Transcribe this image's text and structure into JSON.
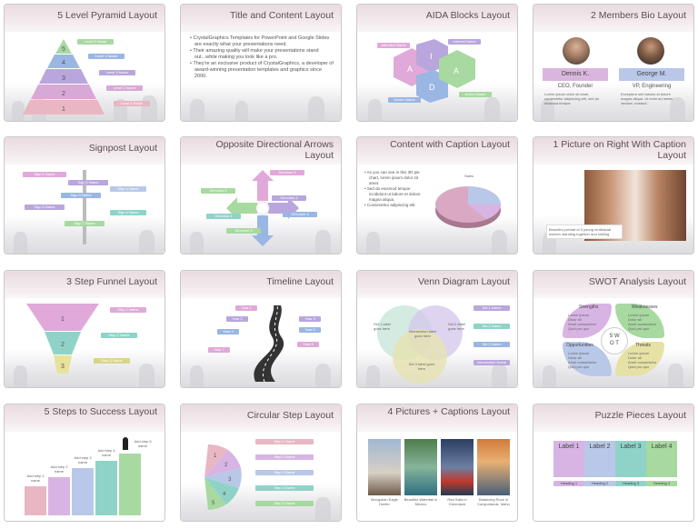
{
  "slides": [
    {
      "title": "5 Level Pyramid Layout",
      "levels": [
        "1",
        "2",
        "3",
        "4",
        "5"
      ],
      "level_label": "Level 1 Name",
      "names": [
        "Level 1 Name",
        "Level 2 Name",
        "Level 3 Name",
        "Level 4 Name",
        "Level 5 Name"
      ]
    },
    {
      "title": "Title and Content Layout",
      "bullets": [
        "CrystalGraphics Templates for PowerPoint and Google Slides are exactly what your presentations need.",
        "Their amazing quality will make your presentations stand out...while making you look like a pro.",
        "They're an exclusive product of CrystalGraphics, a developer of award-winning presentation templates and graphics since 2000."
      ]
    },
    {
      "title": "AIDA Blocks Layout",
      "letters": [
        "A",
        "I",
        "D",
        "A"
      ],
      "labels": [
        "Attention Name",
        "Interest Name",
        "Desire Name",
        "Action Name"
      ]
    },
    {
      "title": "2 Members Bio Layout",
      "members": [
        {
          "name": "Dennis K.",
          "role": "CEO, Founder",
          "bio": "Lorem ipsum dolor sit amet, consectetur adipiscing elit, sed do eiusmod tempor."
        },
        {
          "name": "George M.",
          "role": "VP, Engineering",
          "bio": "Excepteur sint laboris at dolore magna aliqua. Ut enim ad minim veniam, nostrud."
        }
      ]
    },
    {
      "title": "Signpost Layout",
      "signs": [
        "Sign 1 Name",
        "Sign 2 Name",
        "Sign 3 Name",
        "Sign 4 Name",
        "Sign 5 Name",
        "Sign 6 Name",
        "Sign 7 Name"
      ]
    },
    {
      "title": "Opposite Directional Arrows Layout",
      "directions": [
        "Direction 1",
        "Direction 2",
        "Direction 3",
        "Direction 4",
        "Direction 5",
        "Direction 6"
      ]
    },
    {
      "title": "Content with Caption Layout",
      "bullets": [
        "As you can see in this 3D pie chart, lorem ipsum dolor sit amet.",
        "Sed do eiusmod tempor incididunt ut labore et dolore magna aliqua.",
        "Consectetur adipiscing elit."
      ],
      "chart_title": "Sales"
    },
    {
      "title": "1 Picture on Right With Caption Layout",
      "caption": "Beautiful portrait of 3 young multiracial women standing together and smiling"
    },
    {
      "title": "3 Step Funnel Layout",
      "steps": [
        "1",
        "2",
        "3"
      ],
      "names": [
        "Step 1 Name",
        "Step 2 Name",
        "Step 3 Name"
      ]
    },
    {
      "title": "Timeline Layout",
      "years": [
        "Year 1",
        "Year 2",
        "Year 3",
        "Year 4",
        "Year 5",
        "Year 6",
        "Year 7"
      ]
    },
    {
      "title": "Venn Diagram Layout",
      "labels": [
        "Set 1 label goes here",
        "Set 2 label goes here",
        "Intersection label goes here",
        "Set 3 label goes here"
      ],
      "names": [
        "Set 1 Name",
        "Set 2 Name",
        "Set 3 Name",
        "Intersection Name"
      ]
    },
    {
      "title": "SWOT Analysis Layout",
      "quadrants": [
        "Strengths",
        "Weaknesses",
        "Opportunities",
        "Threats"
      ],
      "letters": [
        "S",
        "W",
        "O",
        "T"
      ],
      "items": [
        "Lorem ipsum",
        "Dolor sit",
        "Amet consectetur",
        "Quid pro quo"
      ]
    },
    {
      "title": "5 Steps to Success Layout",
      "steps": [
        "Add step 1 name",
        "Add step 2 name",
        "Add step 3 name",
        "Add step 4 name",
        "Add step 5 name"
      ]
    },
    {
      "title": "Circular Step Layout",
      "numbers": [
        "1",
        "2",
        "3",
        "4",
        "5"
      ],
      "names": [
        "Step 1 Name",
        "Step 2 Name",
        "Step 3 Name",
        "Step 4 Name",
        "Step 5 Name"
      ]
    },
    {
      "title": "4 Pictures + Captions Layout",
      "captions": [
        "Mongolian Eagle Hunter",
        "Beautiful Waterfall in Mexico",
        "Red Sails in Greenland",
        "Balancing Rock in Canyonlands, Idaho"
      ]
    },
    {
      "title": "Puzzle Pieces Layout",
      "labels": [
        "Label 1",
        "Label 2",
        "Label 3",
        "Label 4"
      ],
      "headings": [
        "Heading 1",
        "Heading 2",
        "Heading 3",
        "Heading 4"
      ]
    }
  ],
  "colors": {
    "pink": "#e8b7c3",
    "purple": "#b9a6dc",
    "blue": "#9ab6e3",
    "teal": "#8fd3c8",
    "green": "#a7d9a0",
    "yellow": "#e6e29a"
  }
}
